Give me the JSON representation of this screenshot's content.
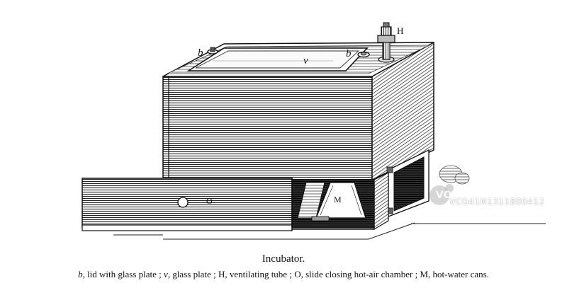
{
  "figure": {
    "labels": {
      "b_left": "b",
      "b_right": "b",
      "v": "v",
      "H": "H",
      "O": "O",
      "M": "M"
    }
  },
  "caption": {
    "title": "Incubator.",
    "legend": [
      {
        "key": "b",
        "text": ", lid with glass plate ;"
      },
      {
        "key": "v",
        "text": ", glass plate ;"
      },
      {
        "key": "H",
        "text": ", ventilating tube ;"
      },
      {
        "key": "O",
        "text": ", slide closing hot-air chamber ;"
      },
      {
        "key": "M",
        "text": ", hot-water cans."
      }
    ]
  },
  "watermark": {
    "logo": "VCG",
    "id": "VCG41N1311800412"
  },
  "colors": {
    "ink": "#111111",
    "paper": "#ffffff"
  }
}
